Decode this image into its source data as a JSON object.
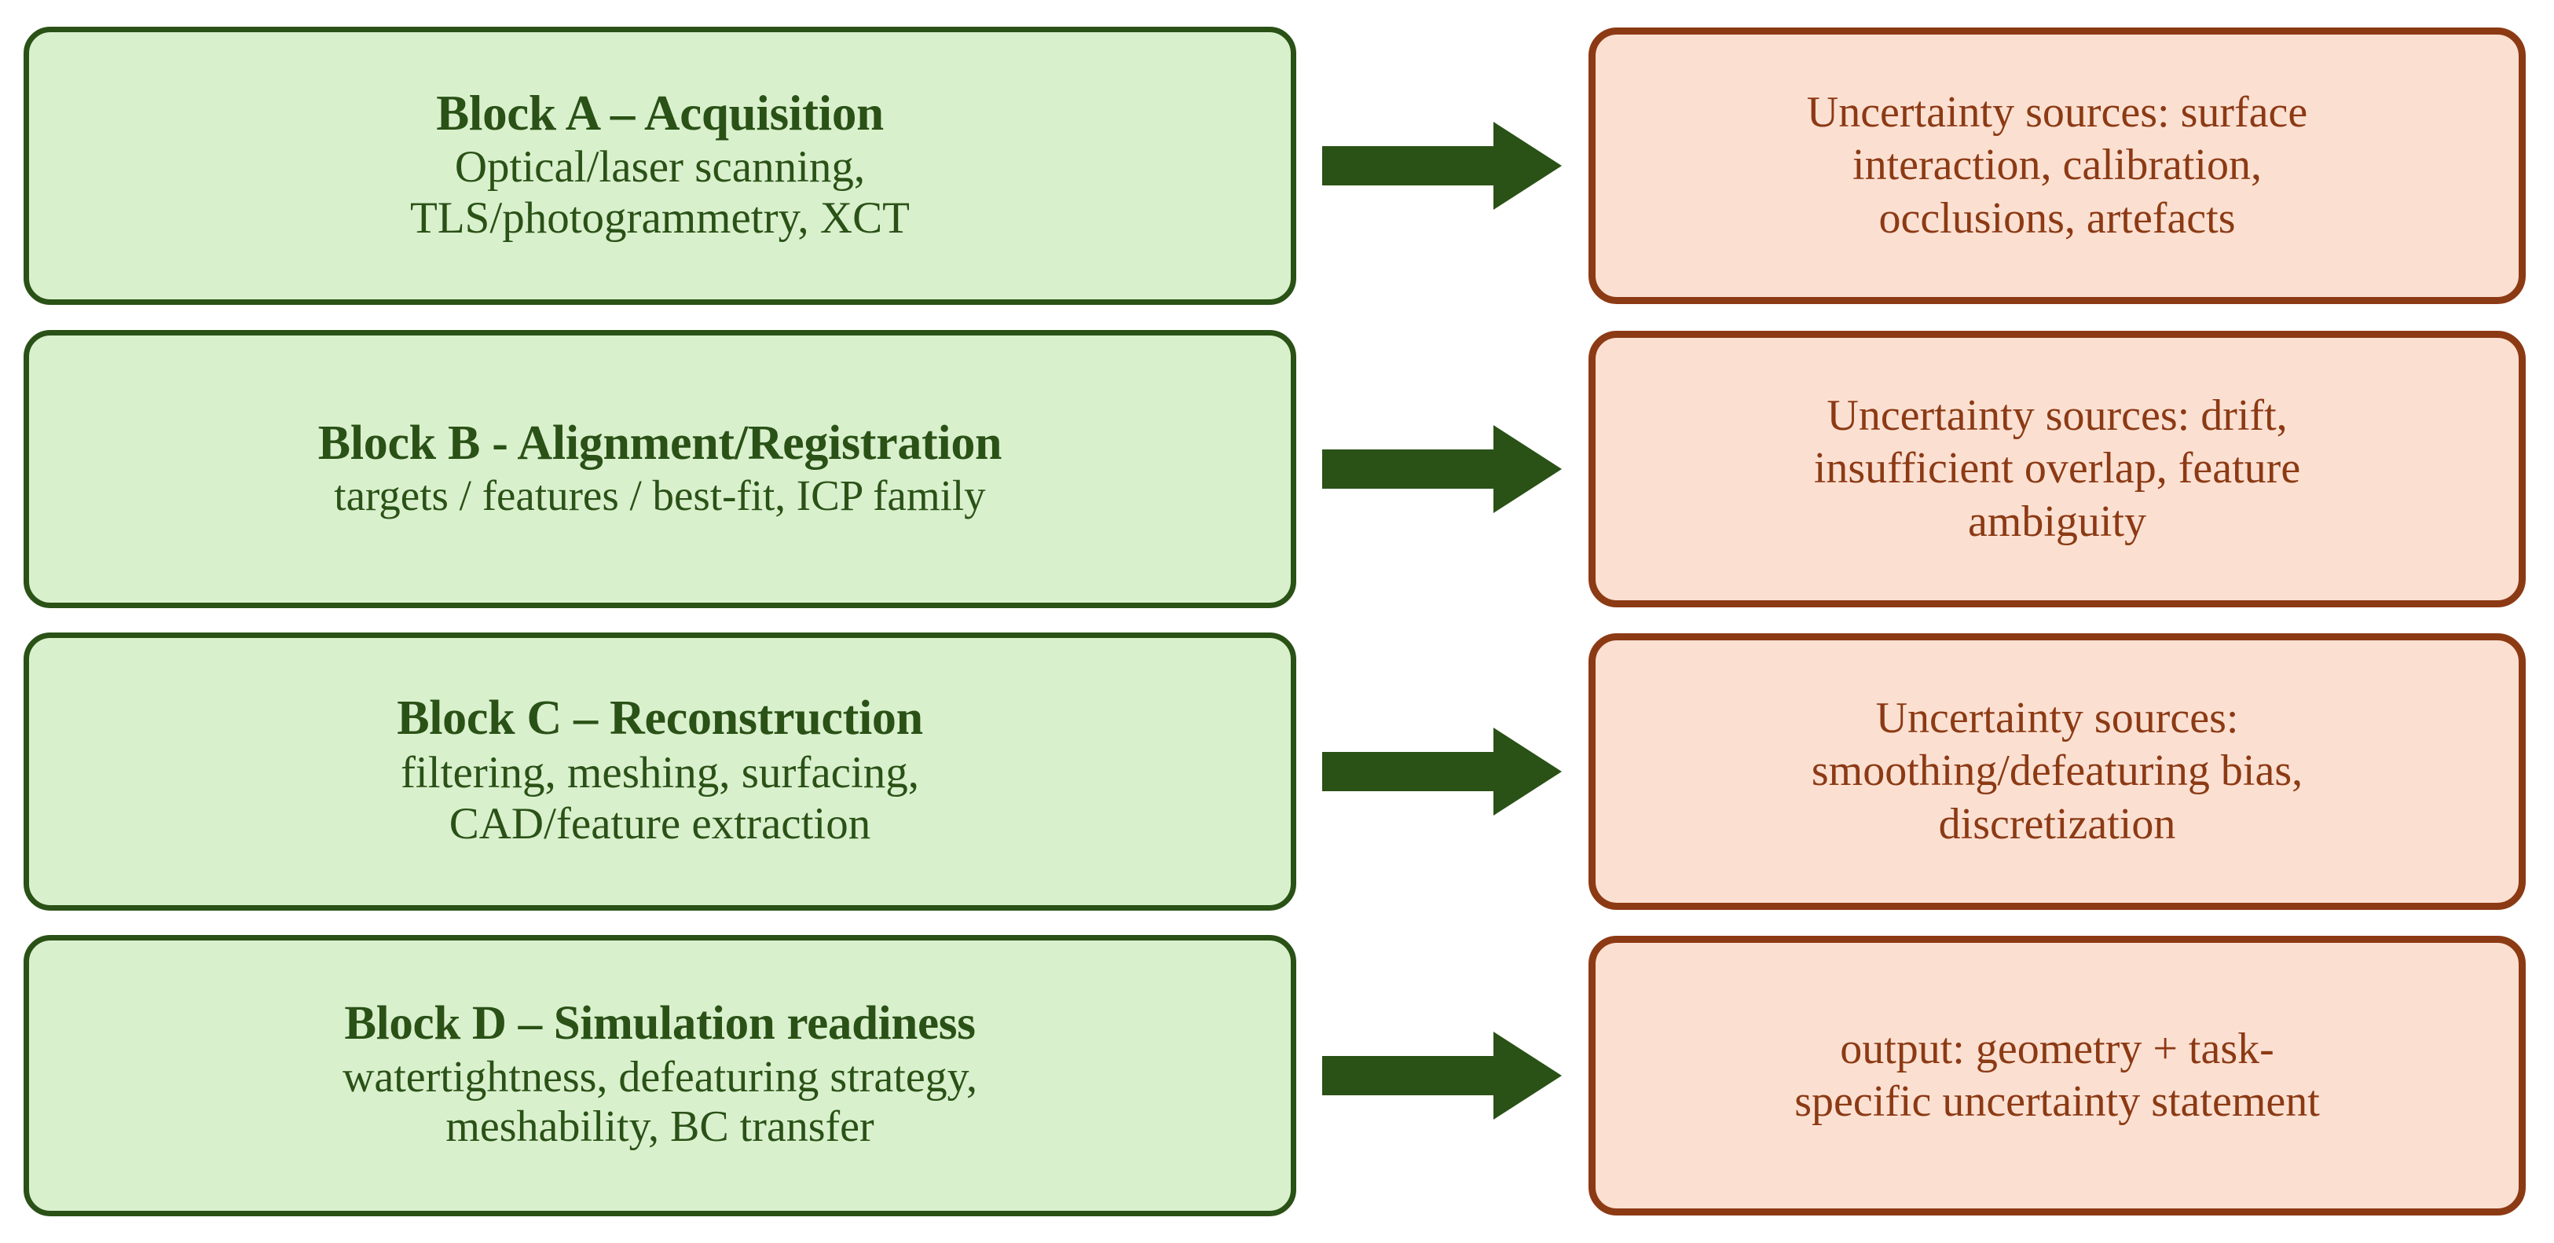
{
  "diagram": {
    "type": "process-flow",
    "colors": {
      "stage_fill": "#d9f0cd",
      "stage_border": "#2a5116",
      "stage_text": "#2a5116",
      "uncertainty_fill": "#fbe0d2",
      "uncertainty_border": "#8c3a14",
      "uncertainty_text": "#8c3a14",
      "arrow_fill": "#2a5116",
      "background": "#ffffff"
    },
    "rows": [
      {
        "stage": {
          "title": "Block A – Acquisition",
          "body_lines": [
            "Optical/laser scanning,",
            "TLS/photogrammetry, XCT"
          ]
        },
        "arrow": {
          "direction": "right",
          "label": ""
        },
        "uncertainty": {
          "lines": [
            "Uncertainty sources: surface",
            "interaction, calibration,",
            "occlusions, artefacts"
          ]
        }
      },
      {
        "stage": {
          "title": "Block B - Alignment/Registration",
          "body_lines": [
            "targets / features / best-fit, ICP family"
          ]
        },
        "arrow": {
          "direction": "right",
          "label": ""
        },
        "uncertainty": {
          "lines": [
            "Uncertainty sources: drift,",
            "insufficient overlap, feature",
            "ambiguity"
          ]
        }
      },
      {
        "stage": {
          "title": "Block C – Reconstruction",
          "body_lines": [
            "filtering, meshing, surfacing,",
            "CAD/feature extraction"
          ]
        },
        "arrow": {
          "direction": "right",
          "label": ""
        },
        "uncertainty": {
          "lines": [
            "Uncertainty sources:",
            "smoothing/defeaturing bias,",
            "discretization"
          ]
        }
      },
      {
        "stage": {
          "title": "Block D – Simulation readiness",
          "body_lines": [
            "watertightness, defeaturing strategy,",
            "meshability, BC transfer"
          ]
        },
        "arrow": {
          "direction": "right",
          "label": ""
        },
        "uncertainty": {
          "lines": [
            "output: geometry + task-",
            "specific uncertainty statement"
          ]
        }
      }
    ]
  }
}
